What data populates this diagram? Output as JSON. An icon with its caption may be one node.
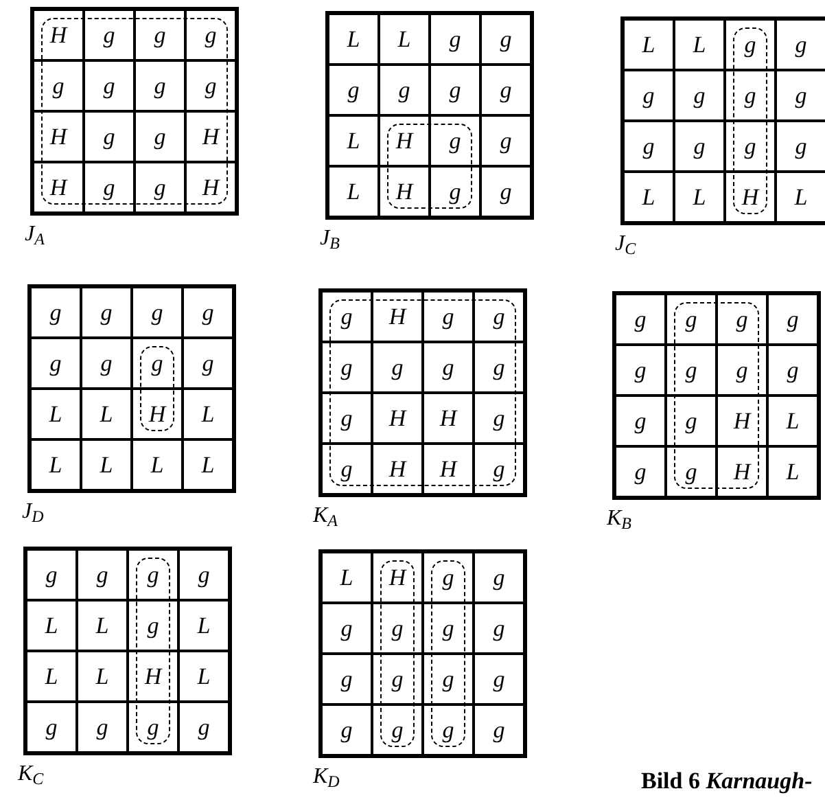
{
  "diagram": {
    "caption": "Bild 6 *Karnaugh-*",
    "nodes": [
      {
        "text": [
          "J$_{A}$"
        ]
      },
      {
        "text": [
          "H"
        ],
        "in": 0
      },
      {
        "text": [
          "g"
        ],
        "in": 0
      },
      {
        "text": [
          "g"
        ],
        "in": 0
      },
      {
        "text": [
          "g"
        ],
        "in": 0
      },
      {
        "text": [
          "g"
        ],
        "in": 0
      },
      {
        "text": [
          "g"
        ],
        "in": 136
      },
      {
        "text": [
          "g"
        ],
        "in": 136
      },
      {
        "text": [
          "g"
        ],
        "in": 0
      },
      {
        "text": [
          "H"
        ],
        "in": 0
      },
      {
        "text": [
          "g"
        ],
        "in": 136
      },
      {
        "text": [
          "g"
        ],
        "in": 136
      },
      {
        "text": [
          "H"
        ],
        "in": 0
      },
      {
        "text": [
          "H"
        ],
        "in": 0
      },
      {
        "text": [
          "g"
        ],
        "in": 0
      },
      {
        "text": [
          "g"
        ],
        "in": 0
      },
      {
        "text": [
          "H"
        ],
        "in": 0
      },
      {
        "text": [
          "J$_{B}$"
        ]
      },
      {
        "text": [
          "L"
        ],
        "in": 17
      },
      {
        "text": [
          "L"
        ],
        "in": 17
      },
      {
        "text": [
          "g"
        ],
        "in": 17
      },
      {
        "text": [
          "g"
        ],
        "in": 17
      },
      {
        "text": [
          "g"
        ],
        "in": 17
      },
      {
        "text": [
          "g"
        ],
        "in": 17
      },
      {
        "text": [
          "g"
        ],
        "in": 17
      },
      {
        "text": [
          "g"
        ],
        "in": 17
      },
      {
        "text": [
          "L"
        ],
        "in": 17
      },
      {
        "text": [
          "H"
        ],
        "in": 17
      },
      {
        "text": [
          "g"
        ],
        "in": 17
      },
      {
        "text": [
          "g"
        ],
        "in": 17
      },
      {
        "text": [
          "L"
        ],
        "in": 17
      },
      {
        "text": [
          "H"
        ],
        "in": 17
      },
      {
        "text": [
          "g"
        ],
        "in": 17
      },
      {
        "text": [
          "g"
        ],
        "in": 17
      },
      {
        "text": [
          "J$_{C}$"
        ]
      },
      {
        "text": [
          "L"
        ],
        "in": 34
      },
      {
        "text": [
          "L"
        ],
        "in": 34
      },
      {
        "text": [
          "g"
        ],
        "in": 34
      },
      {
        "text": [
          "g"
        ],
        "in": 34
      },
      {
        "text": [
          "g"
        ],
        "in": 34
      },
      {
        "text": [
          "g"
        ],
        "in": 34
      },
      {
        "text": [
          "g"
        ],
        "in": 34
      },
      {
        "text": [
          "g"
        ],
        "in": 34
      },
      {
        "text": [
          "g"
        ],
        "in": 34
      },
      {
        "text": [
          "g"
        ],
        "in": 34
      },
      {
        "text": [
          "g"
        ],
        "in": 34
      },
      {
        "text": [
          "g"
        ],
        "in": 34
      },
      {
        "text": [
          "L"
        ],
        "in": 34
      },
      {
        "text": [
          "L"
        ],
        "in": 34
      },
      {
        "text": [
          "H"
        ],
        "in": 34
      },
      {
        "text": [
          "L"
        ],
        "in": 34
      },
      {
        "text": [
          "J$_{D}$"
        ]
      },
      {
        "text": [
          "g"
        ],
        "in": 51
      },
      {
        "text": [
          "g"
        ],
        "in": 51
      },
      {
        "text": [
          "g"
        ],
        "in": 51
      },
      {
        "text": [
          "g"
        ],
        "in": 51
      },
      {
        "text": [
          "g"
        ],
        "in": 51
      },
      {
        "text": [
          "g"
        ],
        "in": 51
      },
      {
        "text": [
          "g"
        ],
        "in": 51
      },
      {
        "text": [
          "g"
        ],
        "in": 51
      },
      {
        "text": [
          "L"
        ],
        "in": 51
      },
      {
        "text": [
          "L"
        ],
        "in": 51
      },
      {
        "text": [
          "H"
        ],
        "in": 51
      },
      {
        "text": [
          "L"
        ],
        "in": 51
      },
      {
        "text": [
          "L"
        ],
        "in": 51
      },
      {
        "text": [
          "L"
        ],
        "in": 51
      },
      {
        "text": [
          "L"
        ],
        "in": 51
      },
      {
        "text": [
          "L"
        ],
        "in": 51
      },
      {
        "text": [
          "K$_{A}$"
        ]
      },
      {
        "text": [
          "g"
        ],
        "in": 68
      },
      {
        "text": [
          "H"
        ],
        "in": 68
      },
      {
        "text": [
          "g"
        ],
        "in": 68
      },
      {
        "text": [
          "g"
        ],
        "in": 68
      },
      {
        "text": [
          "g"
        ],
        "in": 68
      },
      {
        "text": [
          "g"
        ],
        "in": 140
      },
      {
        "text": [
          "g"
        ],
        "in": 140
      },
      {
        "text": [
          "g"
        ],
        "in": 68
      },
      {
        "text": [
          "g"
        ],
        "in": 68
      },
      {
        "text": [
          "H"
        ],
        "in": 140
      },
      {
        "text": [
          "H"
        ],
        "in": 140
      },
      {
        "text": [
          "g"
        ],
        "in": 68
      },
      {
        "text": [
          "g"
        ],
        "in": 68
      },
      {
        "text": [
          "H"
        ],
        "in": 68
      },
      {
        "text": [
          "H"
        ],
        "in": 68
      },
      {
        "text": [
          "g"
        ],
        "in": 68
      },
      {
        "text": [
          "K$_{B}$"
        ]
      },
      {
        "text": [
          "g"
        ],
        "in": 85
      },
      {
        "text": [
          "g"
        ],
        "in": 85
      },
      {
        "text": [
          "g"
        ],
        "in": 85
      },
      {
        "text": [
          "g"
        ],
        "in": 85
      },
      {
        "text": [
          "g"
        ],
        "in": 85
      },
      {
        "text": [
          "g"
        ],
        "in": 85
      },
      {
        "text": [
          "g"
        ],
        "in": 85
      },
      {
        "text": [
          "g"
        ],
        "in": 85
      },
      {
        "text": [
          "g"
        ],
        "in": 85
      },
      {
        "text": [
          "g"
        ],
        "in": 85
      },
      {
        "text": [
          "H"
        ],
        "in": 85
      },
      {
        "text": [
          "L"
        ],
        "in": 85
      },
      {
        "text": [
          "g"
        ],
        "in": 85
      },
      {
        "text": [
          "g"
        ],
        "in": 85
      },
      {
        "text": [
          "H"
        ],
        "in": 85
      },
      {
        "text": [
          "L"
        ],
        "in": 85
      },
      {
        "text": [
          "K$_{C}$"
        ]
      },
      {
        "text": [
          "g"
        ],
        "in": 102
      },
      {
        "text": [
          "g"
        ],
        "in": 102
      },
      {
        "text": [
          "g"
        ],
        "in": 102
      },
      {
        "text": [
          "g"
        ],
        "in": 102
      },
      {
        "text": [
          "L"
        ],
        "in": 102
      },
      {
        "text": [
          "L"
        ],
        "in": 102
      },
      {
        "text": [
          "g"
        ],
        "in": 102
      },
      {
        "text": [
          "L"
        ],
        "in": 102
      },
      {
        "text": [
          "L"
        ],
        "in": 102
      },
      {
        "text": [
          "L"
        ],
        "in": 102
      },
      {
        "text": [
          "H"
        ],
        "in": 102
      },
      {
        "text": [
          "L"
        ],
        "in": 102
      },
      {
        "text": [
          "g"
        ],
        "in": 102
      },
      {
        "text": [
          "g"
        ],
        "in": 102
      },
      {
        "text": [
          "g"
        ],
        "in": 102
      },
      {
        "text": [
          "g"
        ],
        "in": 102
      },
      {
        "text": [
          "K$_{D}$"
        ]
      },
      {
        "text": [
          "L"
        ],
        "in": 119
      },
      {
        "text": [
          "H"
        ],
        "in": 119
      },
      {
        "text": [
          "g"
        ],
        "in": 119
      },
      {
        "text": [
          "g"
        ],
        "in": 119
      },
      {
        "text": [
          "g"
        ],
        "in": 119
      },
      {
        "text": [
          "g"
        ],
        "in": 119
      },
      {
        "text": [
          "g"
        ],
        "in": 119
      },
      {
        "text": [
          "g"
        ],
        "in": 119
      },
      {
        "text": [
          "g"
        ],
        "in": 119
      },
      {
        "text": [
          "g"
        ],
        "in": 119
      },
      {
        "text": [
          "g"
        ],
        "in": 119
      },
      {
        "text": [
          "g"
        ],
        "in": 119
      },
      {
        "text": [
          "g"
        ],
        "in": 119
      },
      {
        "text": [
          "g"
        ],
        "in": 119
      },
      {
        "text": [
          "g"
        ],
        "in": 119
      },
      {
        "text": [
          "g"
        ],
        "in": 119
      },
      {
        "text": [],
        "shape": "box",
        "in": 0
      },
      {
        "text": [],
        "shape": "box",
        "in": 17
      },
      {
        "text": [],
        "shape": "box",
        "in": 34
      },
      {
        "text": [],
        "shape": "box",
        "in": 51
      },
      {
        "text": [],
        "shape": "box",
        "in": 68
      },
      {
        "text": [],
        "shape": "box",
        "in": 85
      },
      {
        "text": [],
        "shape": "box",
        "in": 102
      },
      {
        "text": [],
        "shape": "box",
        "in": 119
      },
      {
        "text": [],
        "shape": "box",
        "in": 119
      }
    ]
  }
}
